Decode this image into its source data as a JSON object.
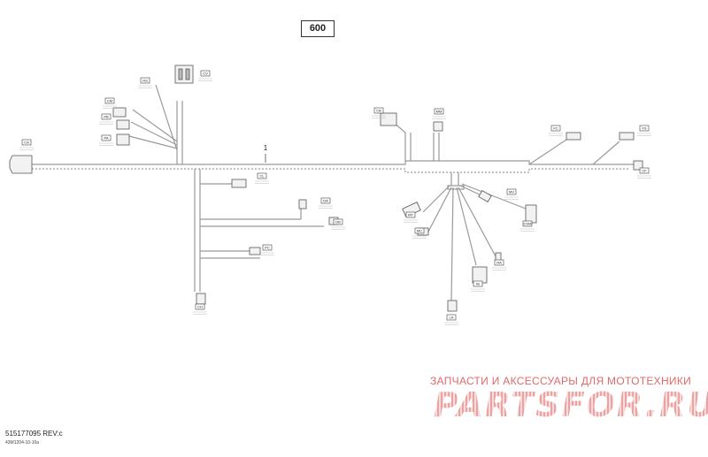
{
  "header": {
    "model": "600"
  },
  "harness": {
    "label": "1"
  },
  "footer": {
    "part_number": "515177095 REV:c",
    "drawing_id": "43M1204-10-10a"
  },
  "watermark": {
    "tagline": "ЗАПЧАСТИ И АКСЕССУАРЫ ДЛЯ МОТОТЕХНИКИ",
    "logo": "PARTSFOR.RU"
  },
  "connectors": [
    {
      "code": "CV"
    },
    {
      "code": "HS"
    },
    {
      "code": "CM"
    },
    {
      "code": "PB"
    },
    {
      "code": "PA"
    },
    {
      "code": "CA"
    },
    {
      "code": "CL"
    },
    {
      "code": "MM"
    },
    {
      "code": "CB"
    },
    {
      "code": "DA"
    },
    {
      "code": "PC"
    },
    {
      "code": "DB"
    },
    {
      "code": "MV"
    },
    {
      "code": "MT"
    },
    {
      "code": "MC"
    },
    {
      "code": "CSM"
    },
    {
      "code": "IB"
    },
    {
      "code": "LA"
    },
    {
      "code": "FC"
    },
    {
      "code": "FS"
    },
    {
      "code": "CF"
    },
    {
      "code": "CH"
    },
    {
      "code": "RA"
    }
  ]
}
